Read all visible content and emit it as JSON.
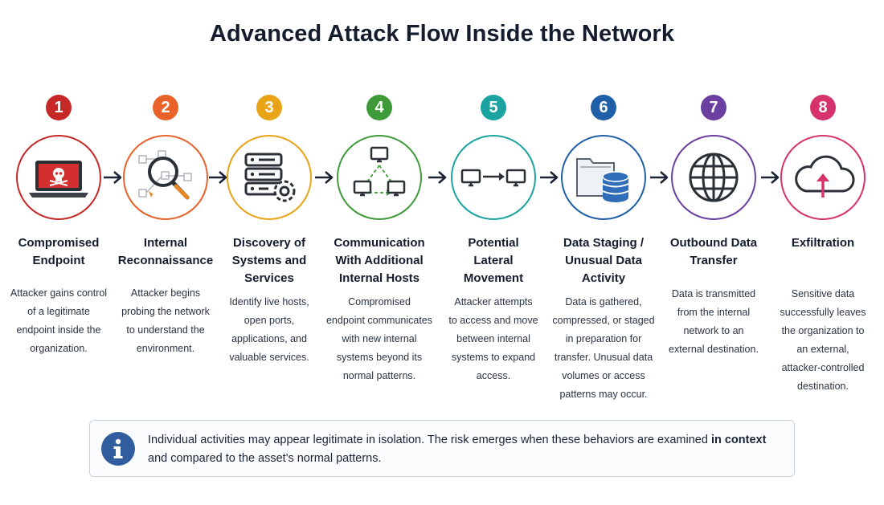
{
  "title": "Advanced Attack Flow Inside the Network",
  "steps": [
    {
      "number": "1",
      "title_lines": [
        "Compromised",
        "Endpoint"
      ],
      "desc_lines": [
        "Attacker gains control",
        "of a legitimate",
        "endpoint inside the",
        "organization."
      ],
      "color": "#c62828",
      "icon": "laptop-skull-icon"
    },
    {
      "number": "2",
      "title_lines": [
        "Internal",
        "Reconnaissance"
      ],
      "desc_lines": [
        "Attacker begins",
        "probing the network",
        "to understand the",
        "environment."
      ],
      "color": "#e8622a",
      "icon": "magnifier-network-icon"
    },
    {
      "number": "3",
      "title_lines": [
        "Discovery of",
        "Systems and",
        "Services"
      ],
      "desc_lines": [
        "Identify live hosts,",
        "open ports,",
        "applications, and",
        "valuable services."
      ],
      "color": "#e8a317",
      "icon": "server-gear-icon"
    },
    {
      "number": "4",
      "title_lines": [
        "Communication",
        "With Additional",
        "Internal Hosts"
      ],
      "desc_lines": [
        "Compromised",
        "endpoint communicates",
        "with new internal",
        "systems beyond its",
        "normal patterns."
      ],
      "color": "#3f9a3a",
      "icon": "hosts-network-icon"
    },
    {
      "number": "5",
      "title_lines": [
        "Potential",
        "Lateral",
        "Movement"
      ],
      "desc_lines": [
        "Attacker attempts",
        "to access and move",
        "between internal",
        "systems to expand",
        "access."
      ],
      "color": "#1aa3a0",
      "icon": "lateral-movement-icon"
    },
    {
      "number": "6",
      "title_lines": [
        "Data Staging /",
        "Unusual Data",
        "Activity"
      ],
      "desc_lines": [
        "Data is gathered,",
        "compressed, or staged",
        "in preparation for",
        "transfer. Unusual data",
        "volumes or access",
        "patterns may occur."
      ],
      "color": "#1f5fa8",
      "icon": "folder-database-icon"
    },
    {
      "number": "7",
      "title_lines": [
        "Outbound Data",
        "Transfer"
      ],
      "desc_lines": [
        "Data is transmitted",
        "from the internal",
        "network to an",
        "external destination."
      ],
      "color": "#6a3fa0",
      "icon": "globe-icon"
    },
    {
      "number": "8",
      "title_lines": [
        "Exfiltration"
      ],
      "desc_lines": [
        "Sensitive data",
        "successfully leaves",
        "the organization to",
        "an external,",
        "attacker-controlled",
        "destination."
      ],
      "color": "#d6336c",
      "icon": "cloud-upload-icon"
    }
  ],
  "info": {
    "text_before": "Individual activities may appear legitimate in isolation. The risk emerges when these behaviors are examined ",
    "text_bold": "in context",
    "text_after": " and compared to the asset's normal patterns.",
    "icon": "info-icon"
  }
}
